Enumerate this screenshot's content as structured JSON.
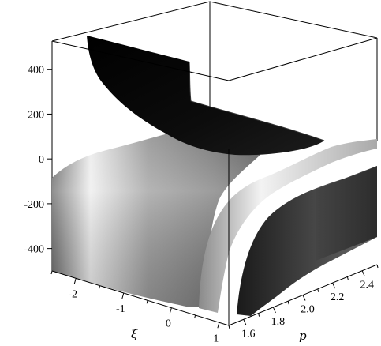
{
  "chart_data": {
    "type": "surface3d",
    "title": "",
    "axes": {
      "xi": {
        "label": "ξ",
        "range": [
          -2.5,
          1.2
        ],
        "ticks": [
          {
            "value": -2,
            "label": "-2"
          },
          {
            "value": -1,
            "label": "-1"
          },
          {
            "value": 0,
            "label": "0"
          },
          {
            "value": 1,
            "label": "1"
          }
        ]
      },
      "p": {
        "label": "p",
        "range": [
          1.5,
          2.5
        ],
        "ticks": [
          {
            "value": 1.6,
            "label": "1.6"
          },
          {
            "value": 1.8,
            "label": "1.8"
          },
          {
            "value": 2.0,
            "label": "2.0"
          },
          {
            "value": 2.2,
            "label": "2.2"
          },
          {
            "value": 2.4,
            "label": "2.4"
          }
        ]
      },
      "z": {
        "label": "",
        "range": [
          -500,
          540
        ],
        "ticks": [
          {
            "value": 400,
            "label": "400"
          },
          {
            "value": 200,
            "label": "200"
          },
          {
            "value": 0,
            "label": "0"
          },
          {
            "value": -200,
            "label": "-200"
          },
          {
            "value": -400,
            "label": "-400"
          }
        ]
      }
    },
    "surfaces": [
      {
        "name": "",
        "shade": "black",
        "description_level": "upper sheet, positive values"
      },
      {
        "name": "",
        "shade": "gray",
        "description_level": "lower sheet, negative values"
      },
      {
        "name": "",
        "shade": "light-gray",
        "description_level": "thin band near p-axis"
      }
    ],
    "colors": {
      "background": "#ffffff",
      "axis": "#000000",
      "upper_surface": "#0a0a0a",
      "lower_surface": "#9a9a9a",
      "band_surface": "#c8c8c8"
    },
    "grid": false,
    "box": true
  }
}
